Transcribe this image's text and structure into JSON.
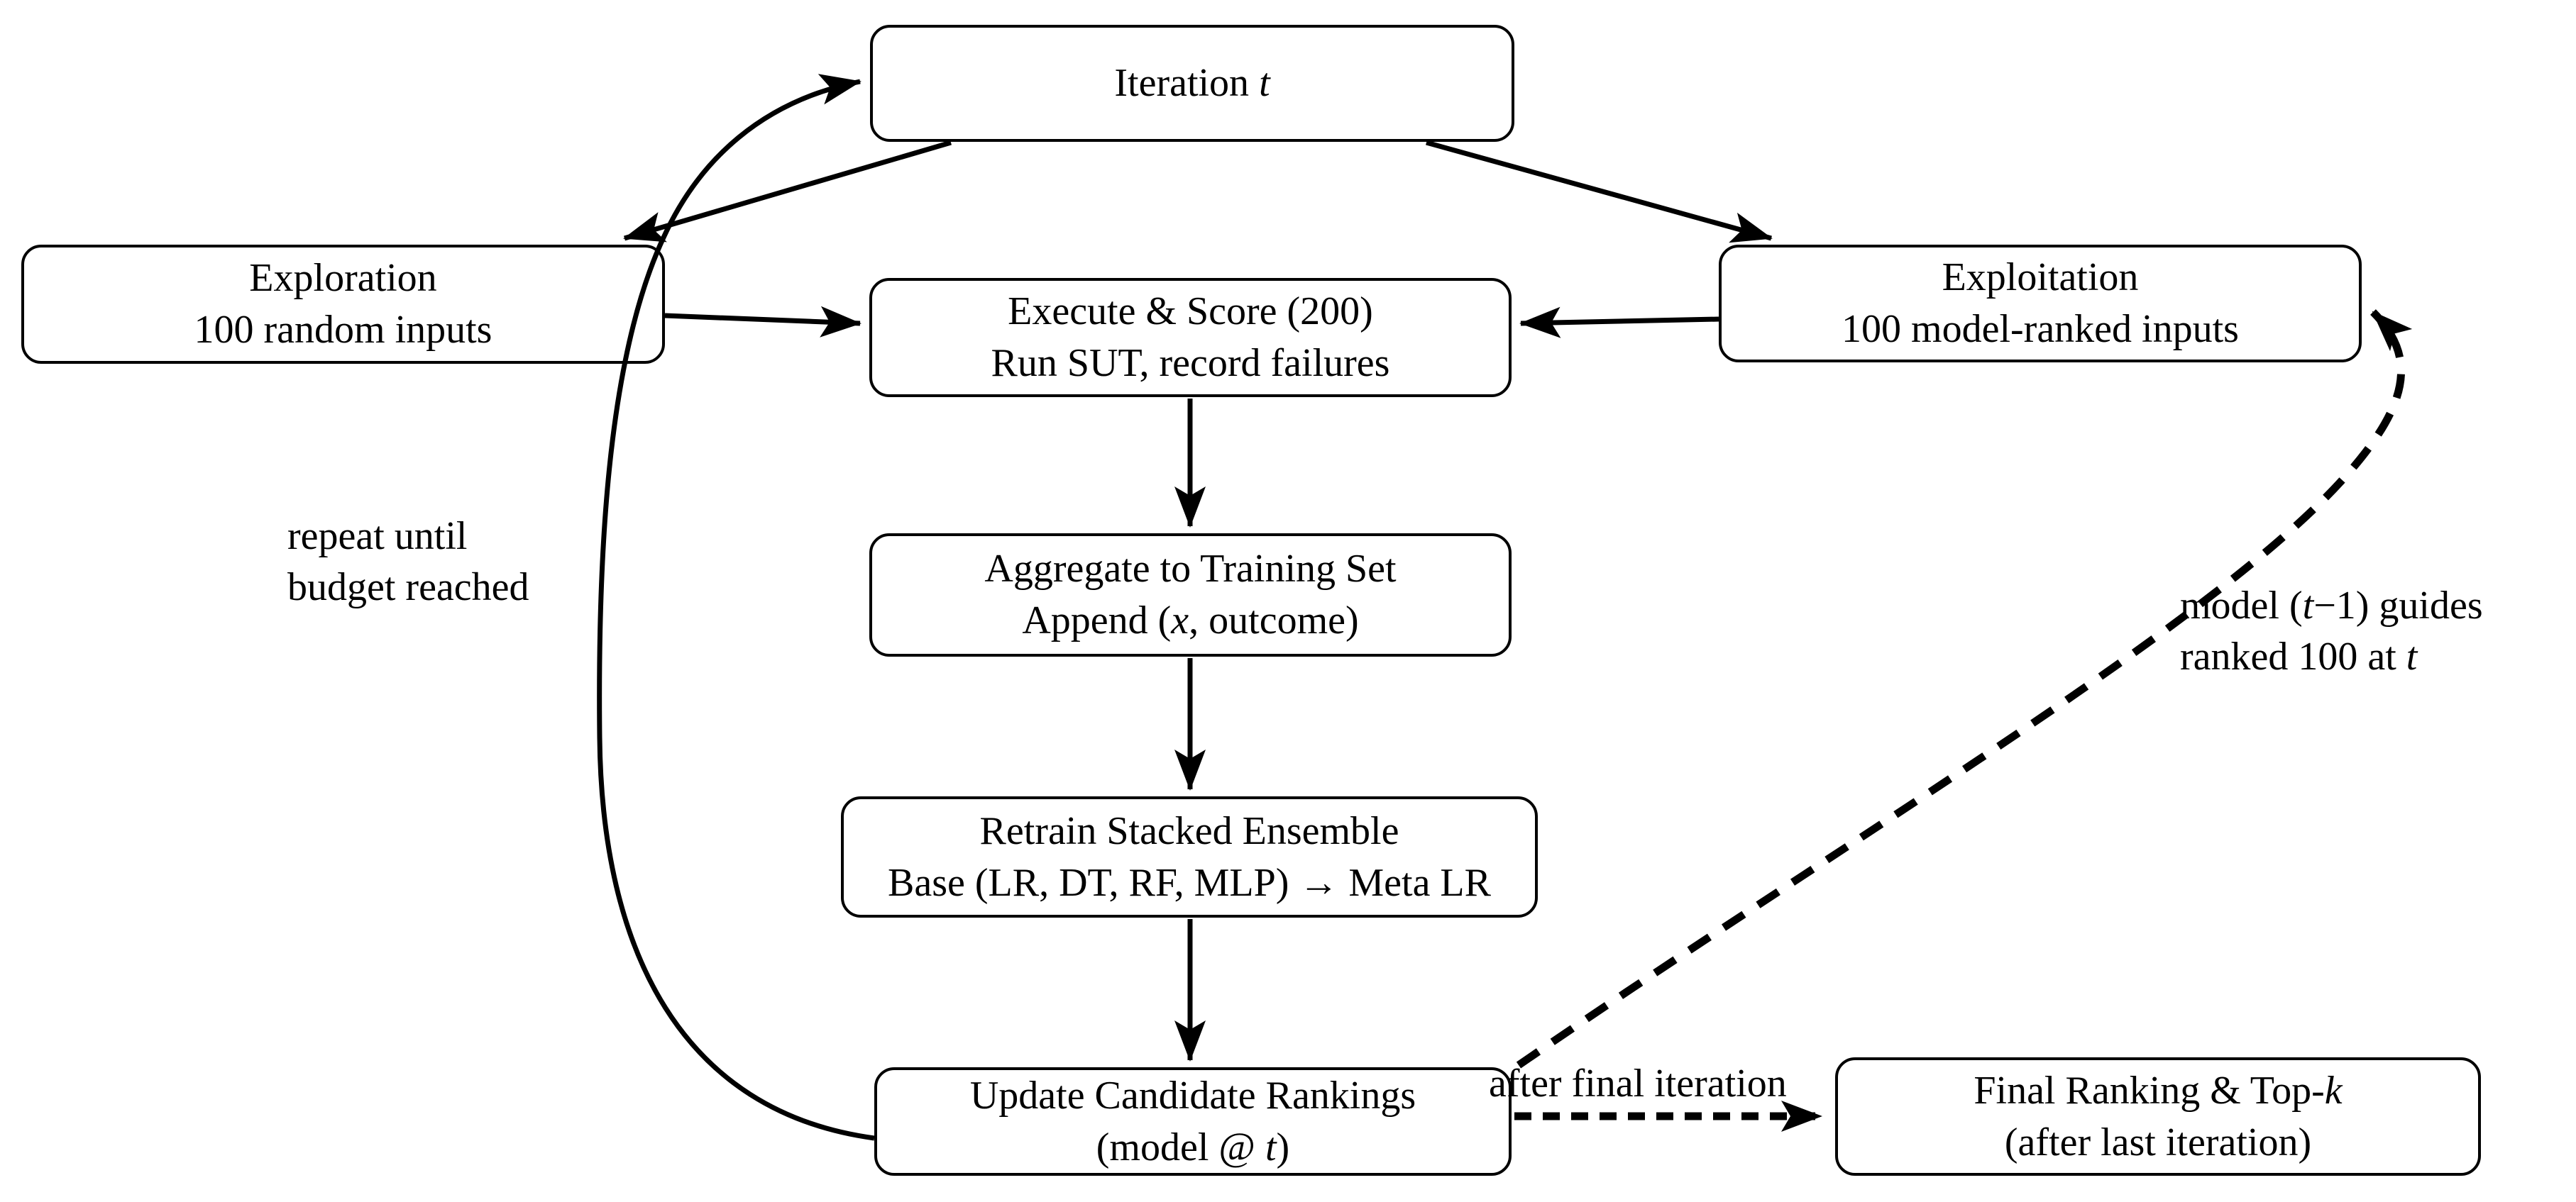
{
  "diagram": {
    "title": "Iterative ML-guided testing loop",
    "colors": {
      "background": "#ffffff",
      "stroke": "#000000",
      "text": "#000000"
    },
    "nodes": {
      "iteration": {
        "line1": [
          {
            "t": "Iteration "
          },
          {
            "t": "t",
            "style": "italic"
          }
        ]
      },
      "exploration": {
        "line1": [
          {
            "t": "Exploration"
          }
        ],
        "line2": [
          {
            "t": "100 random inputs"
          }
        ]
      },
      "exploitation": {
        "line1": [
          {
            "t": "Exploitation"
          }
        ],
        "line2": [
          {
            "t": "100 model-ranked inputs"
          }
        ]
      },
      "execute": {
        "line1": [
          {
            "t": "Execute & Score (200)"
          }
        ],
        "line2": [
          {
            "t": "Run SUT, record failures"
          }
        ]
      },
      "aggregate": {
        "line1": [
          {
            "t": "Aggregate to Training Set"
          }
        ],
        "line2": [
          {
            "t": "Append ("
          },
          {
            "t": "x",
            "style": "italic"
          },
          {
            "t": ", outcome)"
          }
        ]
      },
      "retrain": {
        "line1": [
          {
            "t": "Retrain Stacked Ensemble"
          }
        ],
        "line2": [
          {
            "t": "Base (LR, DT, RF, MLP) → Meta LR"
          }
        ]
      },
      "update": {
        "line1": [
          {
            "t": "Update Candidate Rankings"
          }
        ],
        "line2": [
          {
            "t": "(model @ "
          },
          {
            "t": "t",
            "style": "italic"
          },
          {
            "t": ")"
          }
        ]
      },
      "final": {
        "line1": [
          {
            "t": "Final Ranking & Top-"
          },
          {
            "t": "k",
            "style": "italic"
          }
        ],
        "line2": [
          {
            "t": "(after last iteration)"
          }
        ]
      }
    },
    "labels": {
      "repeat": {
        "line1": [
          {
            "t": "repeat until"
          }
        ],
        "line2": [
          {
            "t": "budget reached"
          }
        ]
      },
      "guides": {
        "line1": [
          {
            "t": "model ("
          },
          {
            "t": "t",
            "style": "italic"
          },
          {
            "t": "−1) guides"
          }
        ],
        "line2": [
          {
            "t": "ranked 100 at "
          },
          {
            "t": "t",
            "style": "italic"
          }
        ]
      },
      "after_final": {
        "line1": [
          {
            "t": "after final iteration"
          }
        ]
      }
    },
    "edges": [
      {
        "from": "iteration",
        "to": "exploration",
        "style": "solid",
        "label": ""
      },
      {
        "from": "iteration",
        "to": "exploitation",
        "style": "solid",
        "label": ""
      },
      {
        "from": "exploration",
        "to": "execute",
        "style": "solid",
        "label": ""
      },
      {
        "from": "exploitation",
        "to": "execute",
        "style": "solid",
        "label": ""
      },
      {
        "from": "execute",
        "to": "aggregate",
        "style": "solid",
        "label": ""
      },
      {
        "from": "aggregate",
        "to": "retrain",
        "style": "solid",
        "label": ""
      },
      {
        "from": "retrain",
        "to": "update",
        "style": "solid",
        "label": ""
      },
      {
        "from": "update",
        "to": "iteration",
        "style": "solid",
        "label": "repeat until budget reached"
      },
      {
        "from": "update",
        "to": "final",
        "style": "dashed",
        "label": "after final iteration"
      },
      {
        "from": "update",
        "to": "exploitation",
        "style": "dashed",
        "label": "model (t−1) guides ranked 100 at t"
      }
    ]
  }
}
